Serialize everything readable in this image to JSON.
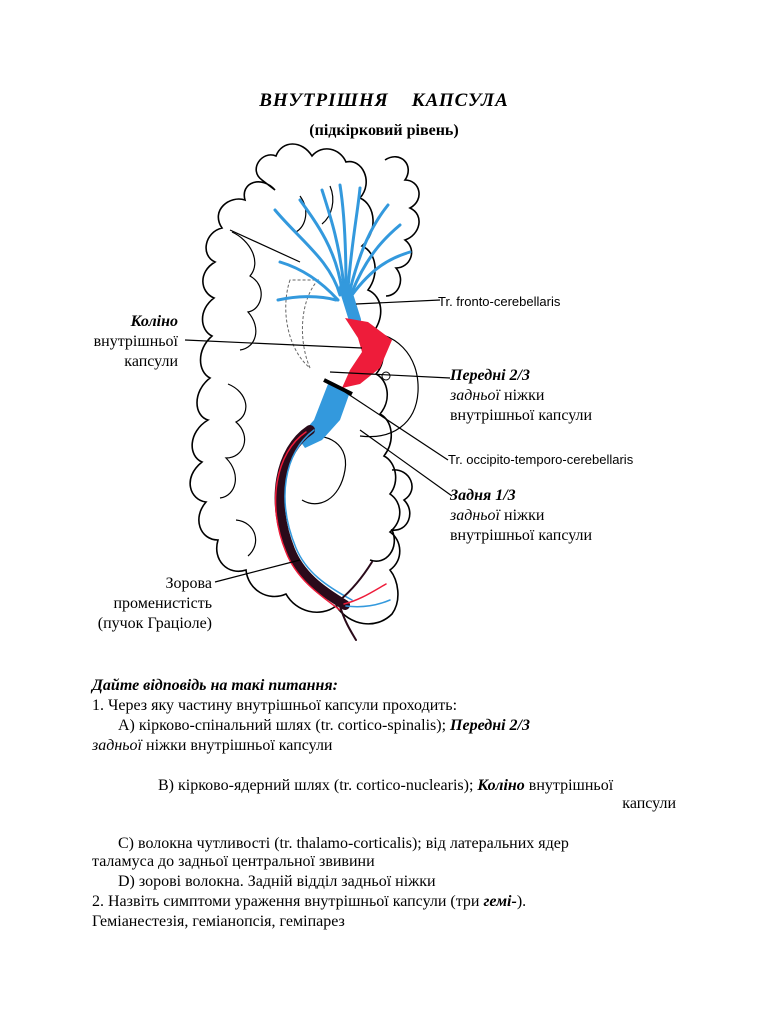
{
  "title": "ВНУТРІШНЯ    КАПСУЛА",
  "subtitle": "(підкірковий рівень)",
  "diagram": {
    "knee_label": {
      "line1": "Коліно",
      "line2": "внутрішньої",
      "line3": "капсули"
    },
    "fronto_cerebellaris": "Tr. fronto-cerebellaris",
    "anterior_label": {
      "line1": "Передні 2/3",
      "line2_italic": "задньої",
      "line2_rest": " ніжки",
      "line3": "внутрішньої капсули"
    },
    "occipito_temporo": "Tr. occipito-temporo-cerebellaris",
    "posterior_label": {
      "line1": "Задня 1/3",
      "line2_italic": "задньої",
      "line2_rest": " ніжки",
      "line3": "внутрішньої капсули"
    },
    "optic_label": {
      "line1": "Зорова",
      "line2": "променистість",
      "line3": "(пучок Граціоле)"
    },
    "colors": {
      "blue": "#3399dd",
      "red": "#ee1c3a",
      "dark": "#2a0a1a"
    }
  },
  "questions": {
    "heading": "Дайте відповідь на такі питання:",
    "q1": "1. Через яку частину внутрішньої капсули проходить:",
    "a_text": "А) кірково-спінальний шлях (tr. cortico-spinalis); ",
    "a_bold": "Передні 2/3",
    "a_italic": "задньої",
    "a_rest": " ніжки внутрішньої капсули",
    "b_text": "В) кірково-ядерний шлях (tr. cortico-nuclearis); ",
    "b_bold": "Коліно",
    "b_rest": " внутрішньої",
    "b_line2": "капсули",
    "c_line1": "С) волокна чутливості (tr. thalamo-corticalis); від латеральних ядер",
    "c_line2": "таламуса до задньої центральної звивини",
    "d_text": "D) зорові волокна. Задній відділ задньої ніжки",
    "q2_text": "2. Назвіть симптоми ураження внутрішньої капсули (три ",
    "q2_bold": "гемі-",
    "q2_end": ").",
    "q2_answer": "Геміанестезія, геміанопсія, геміпарез"
  }
}
